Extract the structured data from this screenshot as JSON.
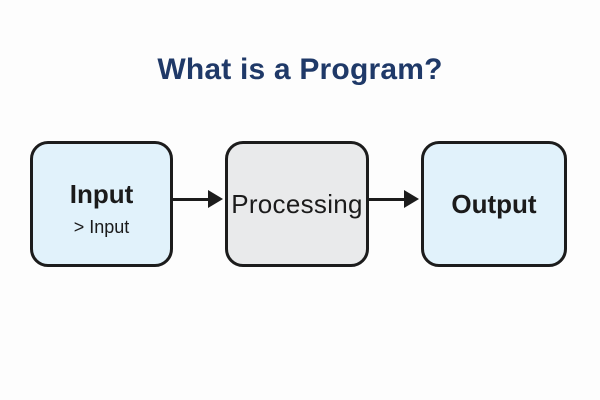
{
  "title": "What is a Program?",
  "colors": {
    "background": "#fdfdfd",
    "title_text": "#1f3968",
    "box_border": "#1c1c1c",
    "box_fill_blue": "#e1f2fb",
    "box_fill_gray": "#e9eaeb",
    "node_text": "#1b1b1b",
    "arrow": "#1c1c1c"
  },
  "diagram": {
    "nodes": [
      {
        "id": "input",
        "label": "Input",
        "sub_label": "> Input",
        "fill": "blue"
      },
      {
        "id": "processing",
        "label": "Processing",
        "fill": "gray"
      },
      {
        "id": "output",
        "label": "Output",
        "fill": "blue"
      }
    ],
    "connections": [
      {
        "from": "input",
        "to": "processing"
      },
      {
        "from": "processing",
        "to": "output"
      }
    ]
  }
}
